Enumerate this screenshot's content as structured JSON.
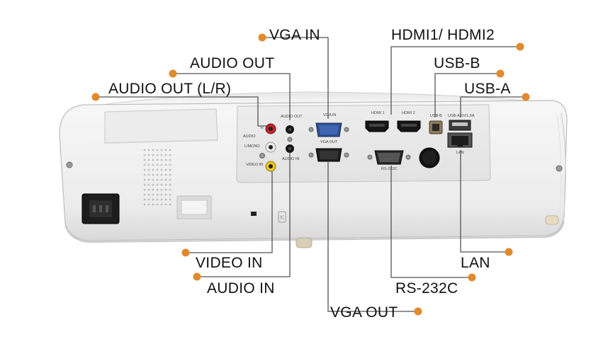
{
  "callouts": {
    "vga_in": "VGA IN",
    "hdmi": "HDMI1/ HDMI2",
    "audio_out": "AUDIO OUT",
    "usb_b": "USB-B",
    "audio_out_lr": "AUDIO OUT (L/R)",
    "usb_a": "USB-A",
    "video_in": "VIDEO IN",
    "audio_in": "AUDIO IN",
    "lan": "LAN",
    "rs232c": "RS-232C",
    "vga_out": "VGA OUT"
  },
  "panel_labels": {
    "audio_out": "AUDIO OUT",
    "vga_in": "VGA IN",
    "hdmi1": "HDMI 1",
    "hdmi2": "HDMI 2",
    "usb_b": "USB-B",
    "usb_a": "USB-A 5V/1.5A",
    "audio": "AUDIO",
    "l_mono": "L/MONO",
    "r": "R",
    "video_in": "VIDEO IN",
    "vga_out": "VGA OUT",
    "audio_in": "AUDIO IN",
    "rs232c": "RS-232C",
    "lan": "LAN"
  },
  "colors": {
    "leader": "#e08a2c",
    "dot": "#e08a2c",
    "body": "#f2f2f2",
    "panel": "#e6e6e6",
    "rca_red": "#c0262b",
    "rca_white": "#e9e9e9",
    "rca_yellow": "#e7c51f"
  }
}
